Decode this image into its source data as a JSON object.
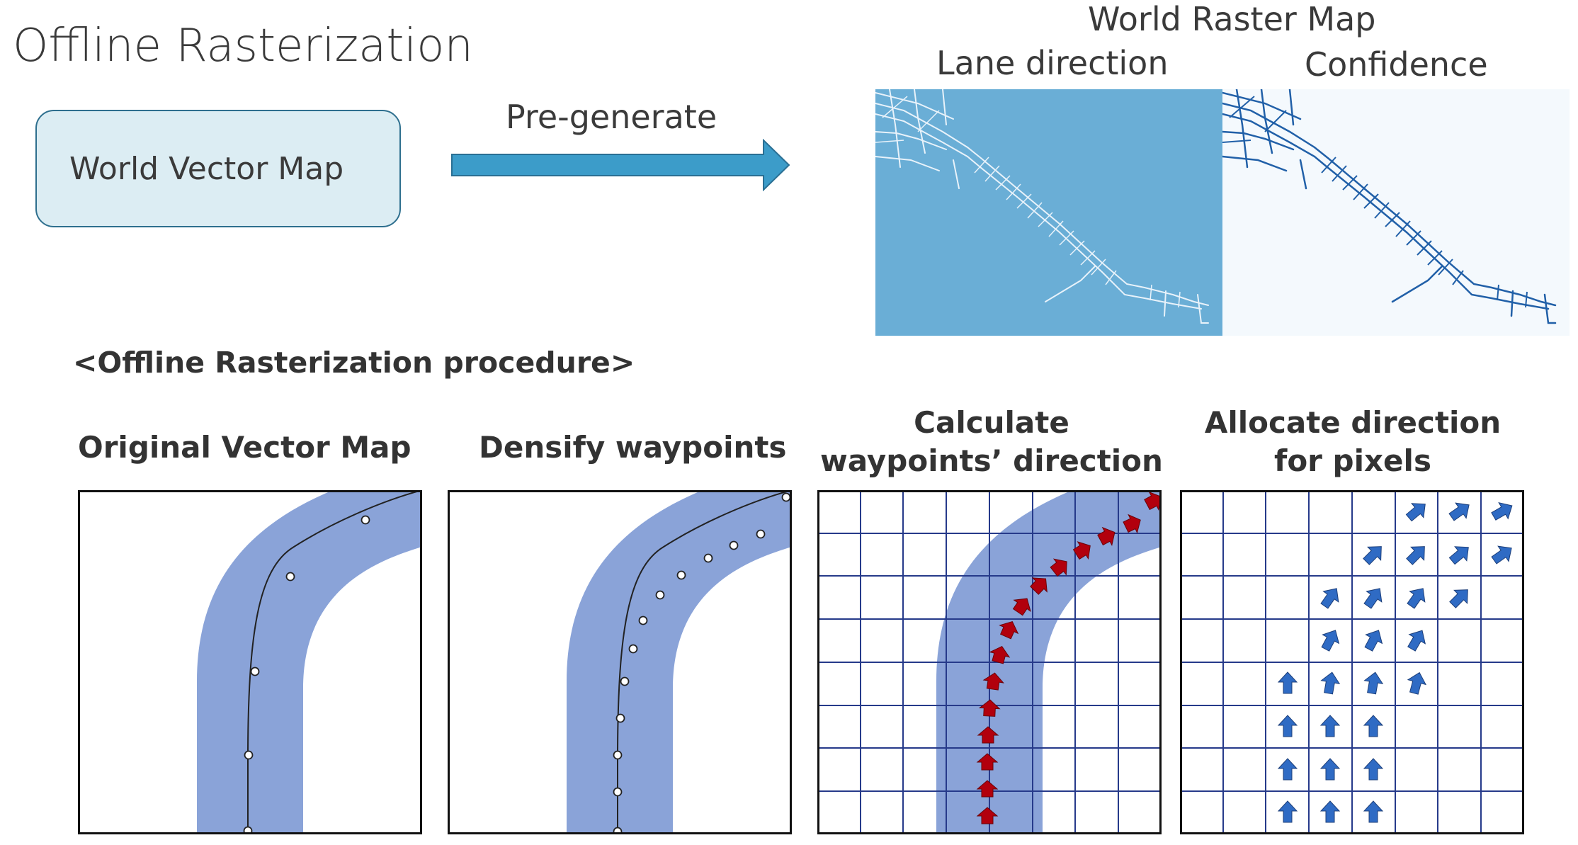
{
  "header": {
    "title": "Offline Rasterization"
  },
  "vector_map": {
    "label": "World Vector Map"
  },
  "arrow": {
    "label": "Pre-generate",
    "color": "#3c9cc9"
  },
  "raster_map": {
    "title": "World Raster Map",
    "lane_direction_label": "Lane direction",
    "confidence_label": "Confidence",
    "lane_bg_color": "#6aaed6",
    "conf_bg_color": "#f4f9fd",
    "road_color": "#2160a8"
  },
  "procedure": {
    "title": "<Offline Rasterization procedure>",
    "steps": [
      {
        "title": "Original Vector Map"
      },
      {
        "title": "Densify waypoints"
      },
      {
        "title_line1": "Calculate",
        "title_line2": "waypoints’ direction"
      },
      {
        "title_line1": "Allocate direction",
        "title_line2": "for pixels"
      }
    ],
    "colors": {
      "lane_band": "#8aa3d8",
      "grid": "#263a8a",
      "waypoint_arrow": "#b2000d",
      "pixel_arrow": "#2f6bc4"
    }
  }
}
